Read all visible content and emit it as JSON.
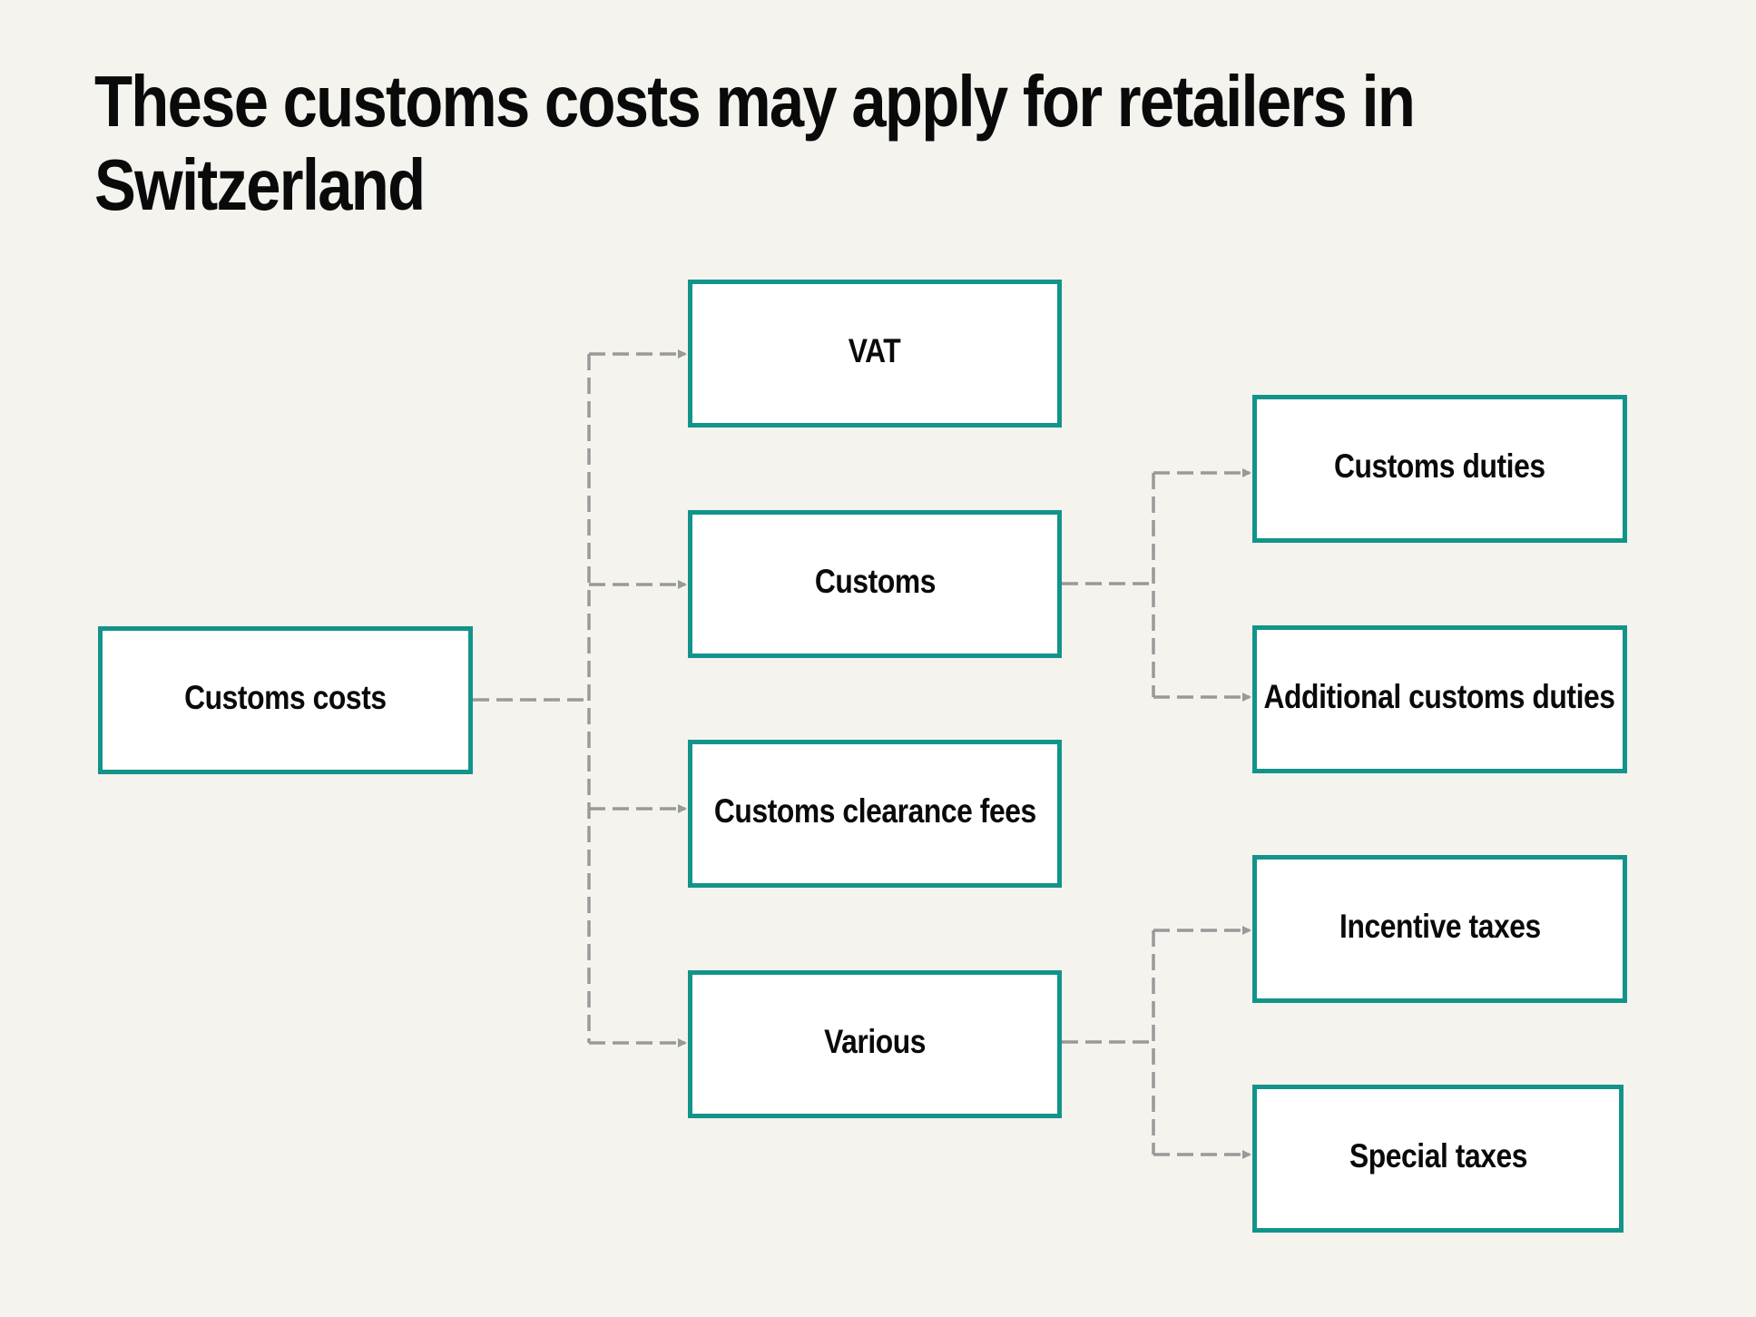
{
  "title": "These customs costs may apply for retailers in Switzerland",
  "colors": {
    "background": "#f5f3ee",
    "box_border": "#13948b",
    "box_fill": "#ffffff",
    "connector": "#999999",
    "text": "#0a0a0a"
  },
  "nodes": {
    "root": "Customs costs",
    "level1": [
      "VAT",
      "Customs",
      "Customs clearance fees",
      "Various"
    ],
    "customs_children": [
      "Customs duties",
      "Additional customs duties"
    ],
    "various_children": [
      "Incentive taxes",
      "Special taxes"
    ]
  },
  "edges": [
    [
      "Customs costs",
      "VAT"
    ],
    [
      "Customs costs",
      "Customs"
    ],
    [
      "Customs costs",
      "Customs clearance fees"
    ],
    [
      "Customs costs",
      "Various"
    ],
    [
      "Customs",
      "Customs duties"
    ],
    [
      "Customs",
      "Additional customs duties"
    ],
    [
      "Various",
      "Incentive taxes"
    ],
    [
      "Various",
      "Special taxes"
    ]
  ]
}
